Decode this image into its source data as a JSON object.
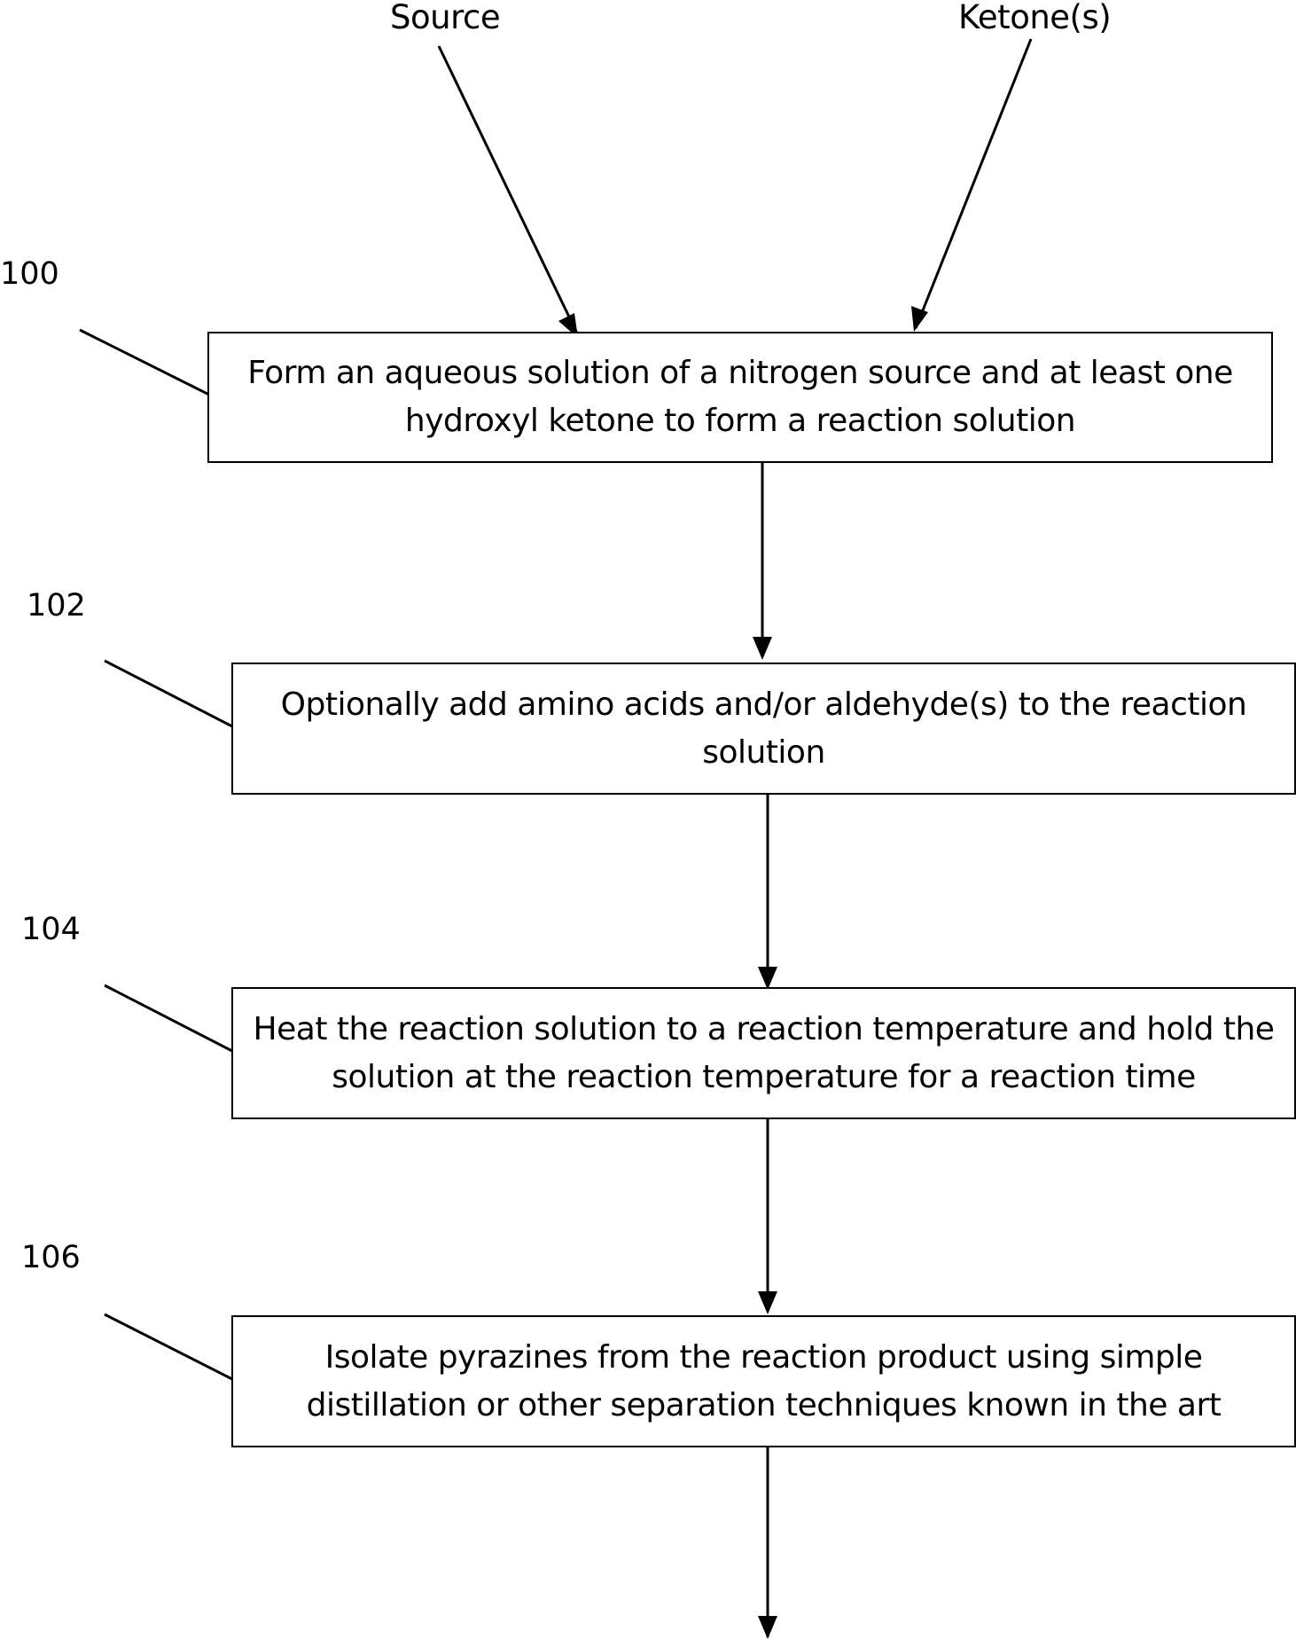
{
  "inputs": {
    "source_label": "Source",
    "ketones_label": "Ketone(s)"
  },
  "steps": [
    {
      "ref": "100",
      "text": "Form an aqueous solution of a nitrogen source and at least one hydroxyl ketone to form a reaction solution"
    },
    {
      "ref": "102",
      "text": "Optionally add amino acids and/or aldehyde(s) to the reaction solution"
    },
    {
      "ref": "104",
      "text": "Heat the reaction solution to a reaction temperature and hold the solution at the reaction temperature for a reaction time"
    },
    {
      "ref": "106",
      "text": "Isolate pyrazines from the reaction product using simple distillation or other separation techniques known in the art"
    }
  ],
  "colors": {
    "line": "#000000",
    "background": "#ffffff"
  }
}
